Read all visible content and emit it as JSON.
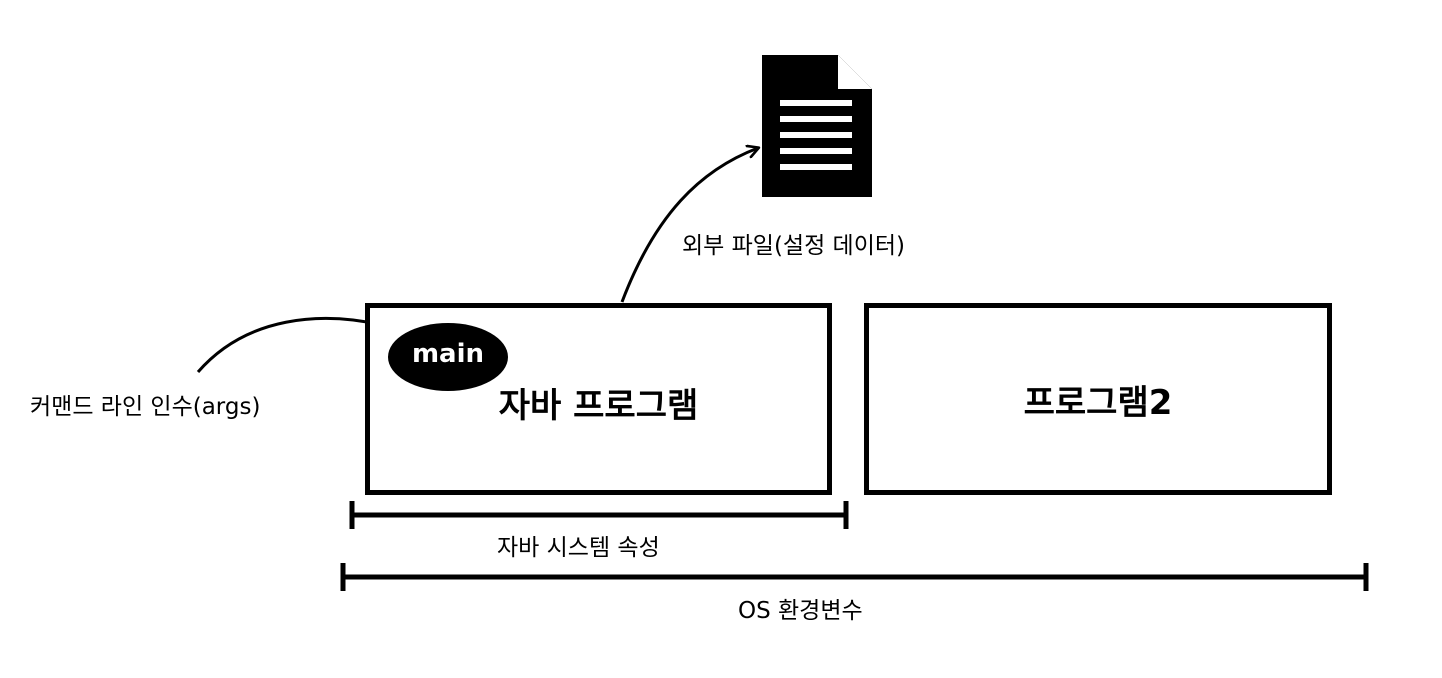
{
  "diagram": {
    "file_icon_name": "document-file-icon",
    "external_file_label": "외부 파일(설정 데이터)",
    "command_line_label": "커맨드 라인 인수(args)",
    "main_label": "main",
    "java_program_label": "자바 프로그램",
    "program2_label": "프로그램2",
    "system_properties_label": "자바 시스템 속성",
    "os_env_label": "OS 환경변수"
  }
}
